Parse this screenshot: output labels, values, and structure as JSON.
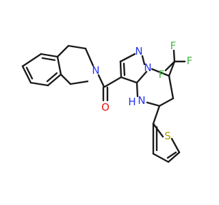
{
  "colors": {
    "bond": "#1a1a1a",
    "carbon": "#1a1a1a",
    "nitrogen": "#2233ee",
    "oxygen": "#ee1111",
    "sulfur": "#b3a000",
    "fluorine": "#44bb44"
  },
  "atoms": {
    "n_isoquinoline": "N",
    "o_carbonyl": "O",
    "n_pyrazole": "N",
    "n_bridge": "N",
    "nh_ring": "N",
    "h_ring": "H",
    "s_thiophene": "S",
    "f_top": "F",
    "f_right": "F",
    "f_middle": "F"
  }
}
